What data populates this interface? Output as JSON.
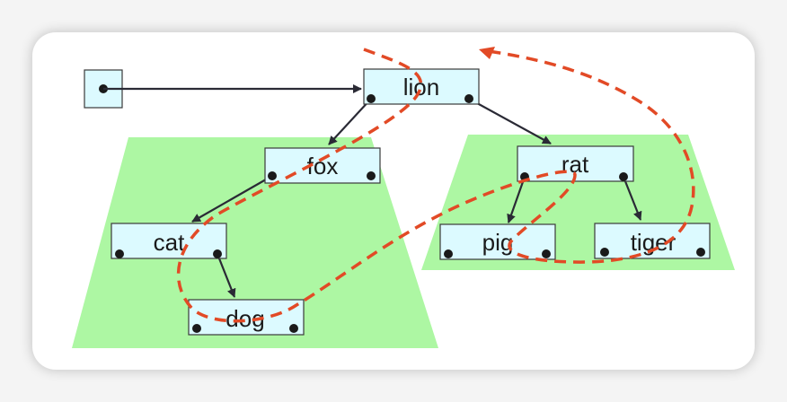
{
  "diagram": {
    "nodes": [
      {
        "id": "lion",
        "label": "lion"
      },
      {
        "id": "fox",
        "label": "fox"
      },
      {
        "id": "rat",
        "label": "rat"
      },
      {
        "id": "cat",
        "label": "cat"
      },
      {
        "id": "dog",
        "label": "dog"
      },
      {
        "id": "pig",
        "label": "pig"
      },
      {
        "id": "tiger",
        "label": "tiger"
      }
    ],
    "colors": {
      "node_fill": "#dcfaff",
      "node_stroke": "#3a3a3a",
      "subtree_fill": "#adf7a3",
      "arrow": "#2a2a35",
      "traversal": "#e24a26",
      "card": "#ffffff"
    }
  }
}
